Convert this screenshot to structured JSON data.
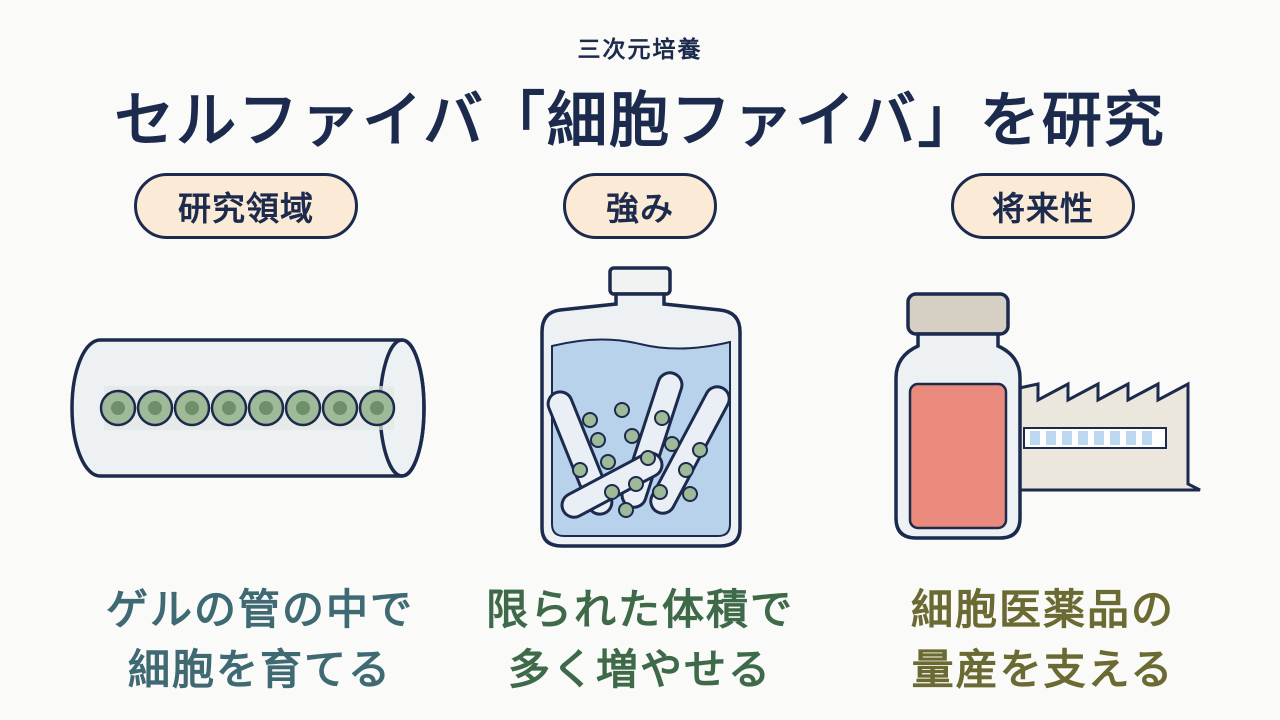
{
  "header": {
    "subtitle": "三次元培養",
    "title": "セルファイバ「細胞ファイバ」を研究"
  },
  "columns": [
    {
      "label": "研究領域",
      "caption_lines": [
        "ゲルの管の中で",
        "細胞を育てる"
      ],
      "caption_color": "#3f6a73"
    },
    {
      "label": "強み",
      "caption_lines": [
        "限られた体積で",
        "多く増やせる"
      ],
      "caption_color": "#3f6a4a"
    },
    {
      "label": "将来性",
      "caption_lines": [
        "細胞医薬品の",
        "量産を支える"
      ],
      "caption_color": "#6b6a32"
    }
  ],
  "colors": {
    "outline": "#1c2a4e",
    "pill_fill": "#fbead6",
    "cell_fill": "#9fba98",
    "liquid_fill": "#b9d2ec",
    "medium_fill": "#e98a7c",
    "cap_fill": "#d6cfc4",
    "factory_fill": "#ece7dd",
    "window_fill": "#bcd8ee"
  }
}
